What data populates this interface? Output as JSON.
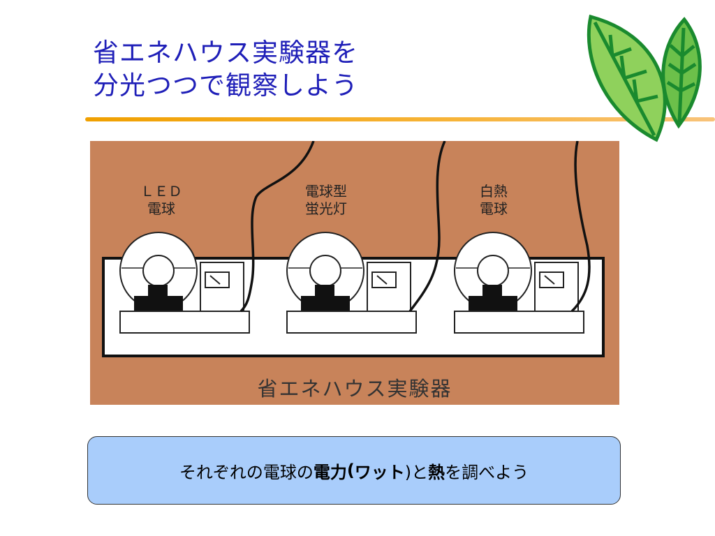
{
  "slide": {
    "title_line1": "省エネハウス実験器を",
    "title_line2": "分光つつで観察しよう",
    "accent_color": "#1f1fb8",
    "rule_color": "#f0a000"
  },
  "diagram": {
    "lamps": [
      {
        "line1": "ＬＥＤ",
        "line2": "電球"
      },
      {
        "line1": "電球型",
        "line2": "蛍光灯"
      },
      {
        "line1": "白熱",
        "line2": "電球"
      }
    ],
    "caption": "省エネハウス実験器",
    "background": "#c8835a"
  },
  "callout": {
    "part1": "それぞれの電球の",
    "bold1": "電力",
    "part2": "(",
    "bold2": "ワット",
    "part3": ")と",
    "bold3": "熱",
    "part4": "を調べよう",
    "background": "#a9cdfb"
  },
  "icons": [
    "leaf-icon"
  ]
}
